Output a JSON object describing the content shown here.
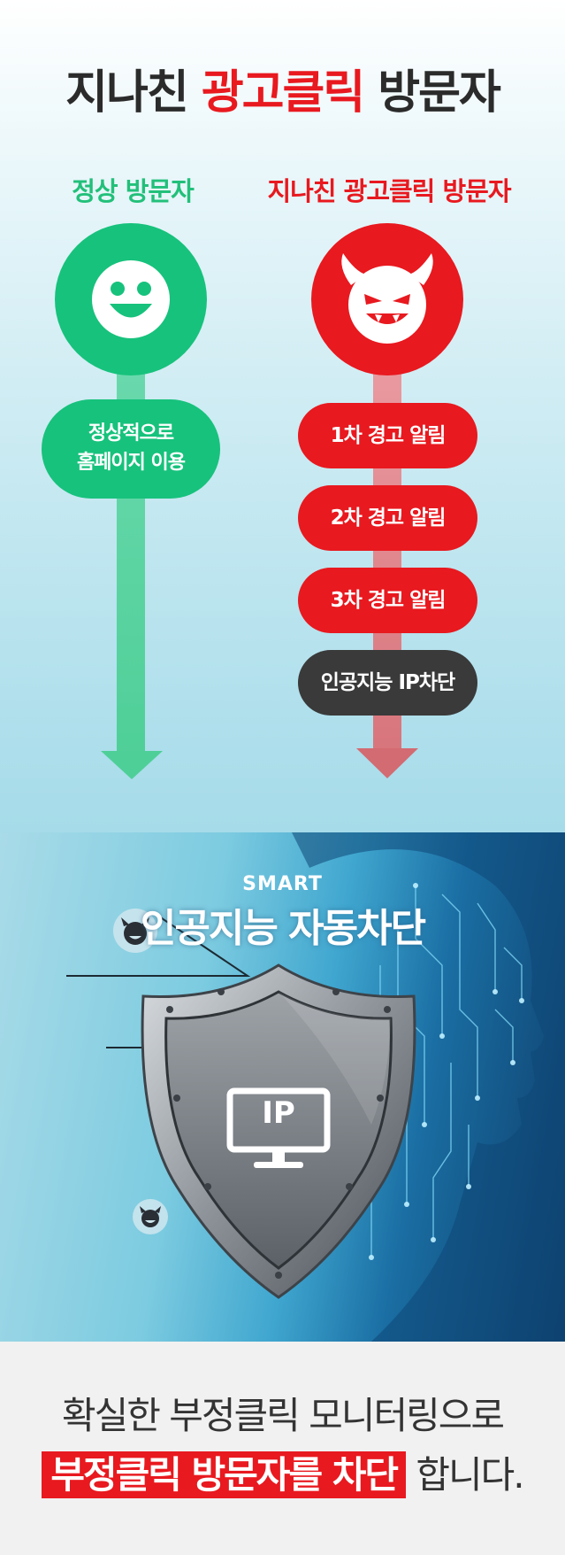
{
  "header": {
    "title_part1": "지나친",
    "title_highlight": "광고클릭",
    "title_part2": "방문자"
  },
  "normal_column": {
    "label": "정상 방문자",
    "icon": "smiley-face-icon",
    "steps": [
      "정상적으로",
      "홈페이지 이용"
    ],
    "color": "#17c27c"
  },
  "bad_column": {
    "label": "지나친 광고클릭 방문자",
    "icon": "devil-face-icon",
    "steps": [
      "1차 경고 알림",
      "2차 경고 알림",
      "3차 경고 알림",
      "인공지능 IP차단"
    ],
    "color": "#e8191f"
  },
  "banner": {
    "eyebrow": "SMART",
    "title": "인공지능 자동차단",
    "shield_label": "IP",
    "icons": [
      "shield-icon",
      "monitor-icon",
      "devil-face-icon",
      "ai-head-circuit-icon"
    ]
  },
  "footer": {
    "line1": "확실한 부정클릭 모니터링으로",
    "line2_highlight": "부정클릭 방문자를 차단",
    "line2_rest": "합니다."
  }
}
